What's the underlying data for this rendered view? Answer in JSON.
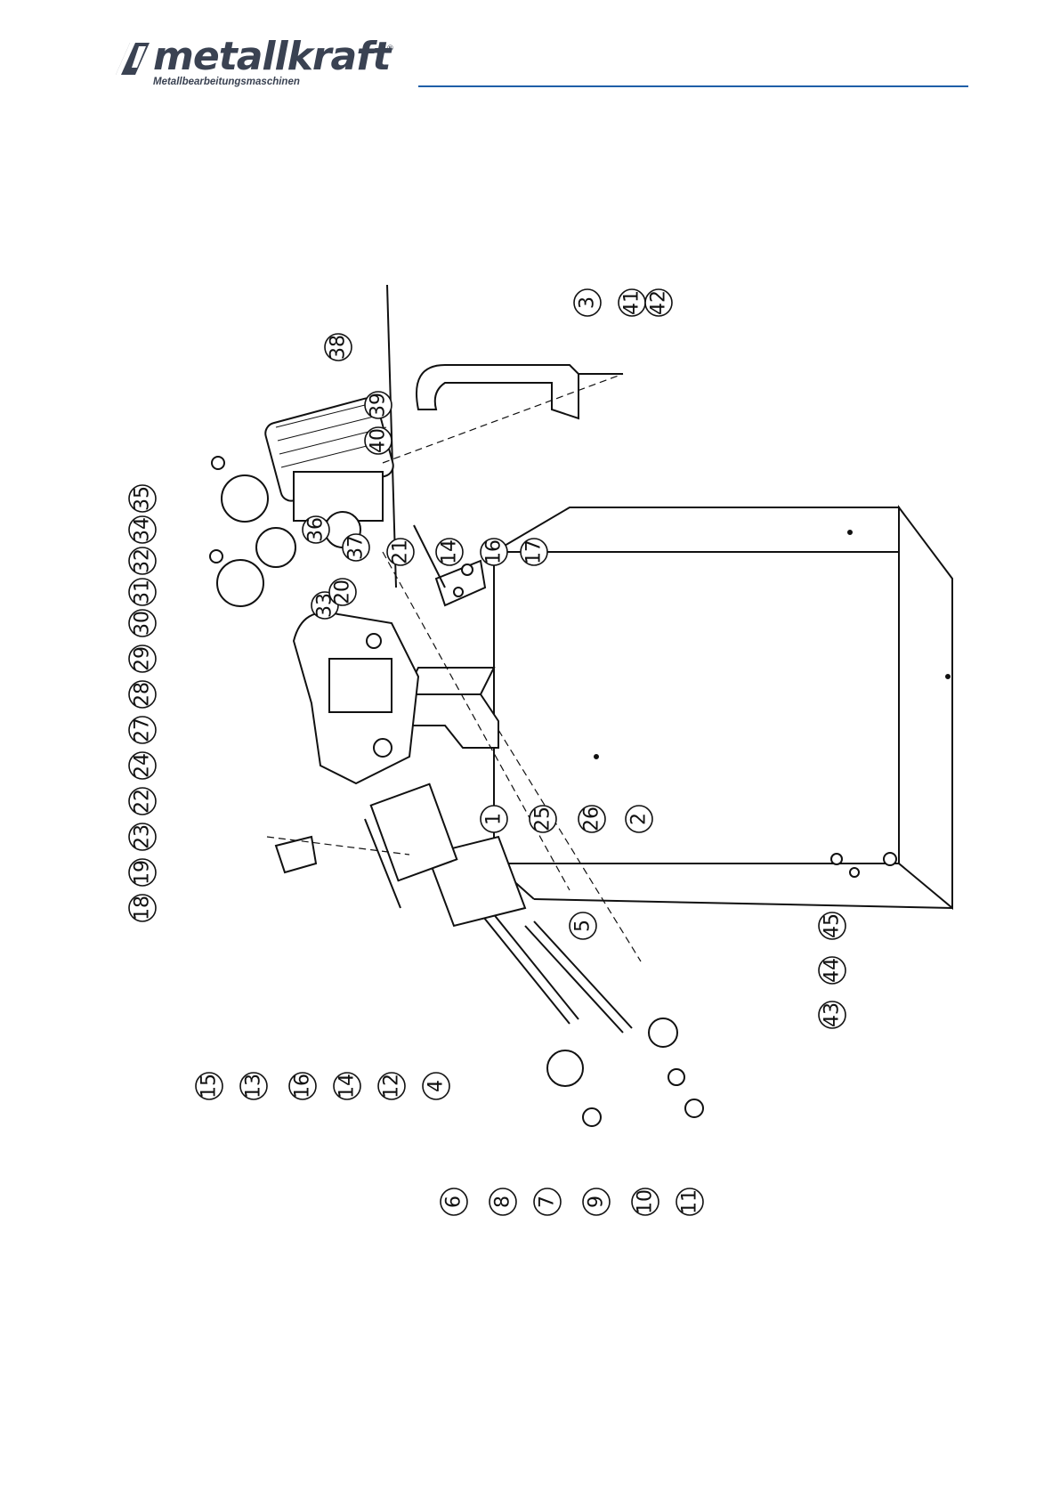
{
  "header": {
    "brand": "metallkraft",
    "registered": "®",
    "tagline": "Metallbearbeitungsmaschinen",
    "rule_color": "#1f5fa8",
    "logo_icon": "metallkraft-logo-mark-icon"
  },
  "diagram": {
    "type": "exploded-parts-drawing",
    "callouts": [
      "18",
      "19",
      "23",
      "22",
      "24",
      "27",
      "28",
      "29",
      "30",
      "31",
      "32",
      "34",
      "35",
      "38",
      "39",
      "40",
      "36",
      "37",
      "33",
      "20",
      "21",
      "14",
      "16",
      "17",
      "3",
      "41",
      "42",
      "1",
      "25",
      "26",
      "2",
      "45",
      "44",
      "43",
      "15",
      "13",
      "16",
      "14",
      "12",
      "4",
      "5",
      "6",
      "8",
      "7",
      "9",
      "10",
      "11"
    ]
  }
}
